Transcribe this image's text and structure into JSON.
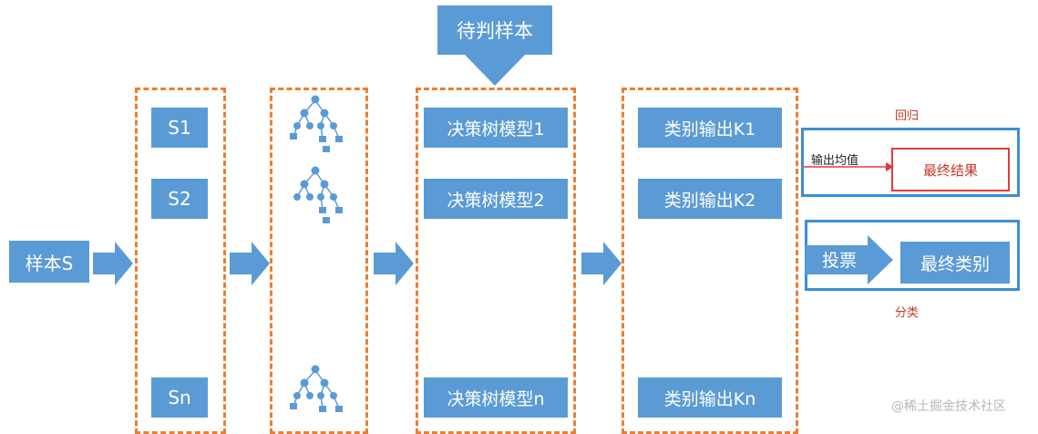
{
  "top_sample": "待判样本",
  "input_sample": "样本S",
  "subsets": [
    "S1",
    "S2",
    "Sn"
  ],
  "models": [
    "决策树模型1",
    "决策树模型2",
    "决策树模型n"
  ],
  "outputs": [
    "类别输出K1",
    "类别输出K2",
    "类别输出Kn"
  ],
  "regression": {
    "title": "回归",
    "action": "输出均值",
    "result": "最终结果"
  },
  "classification": {
    "title": "分类",
    "action": "投票",
    "result": "最终类别"
  },
  "watermark": "@稀土掘金技术社区",
  "colors": {
    "box_blue": "#5b9bd5",
    "dash_orange": "#ed7d31",
    "outline_blue": "#3c8ed6",
    "outline_red": "#e03c3c"
  }
}
